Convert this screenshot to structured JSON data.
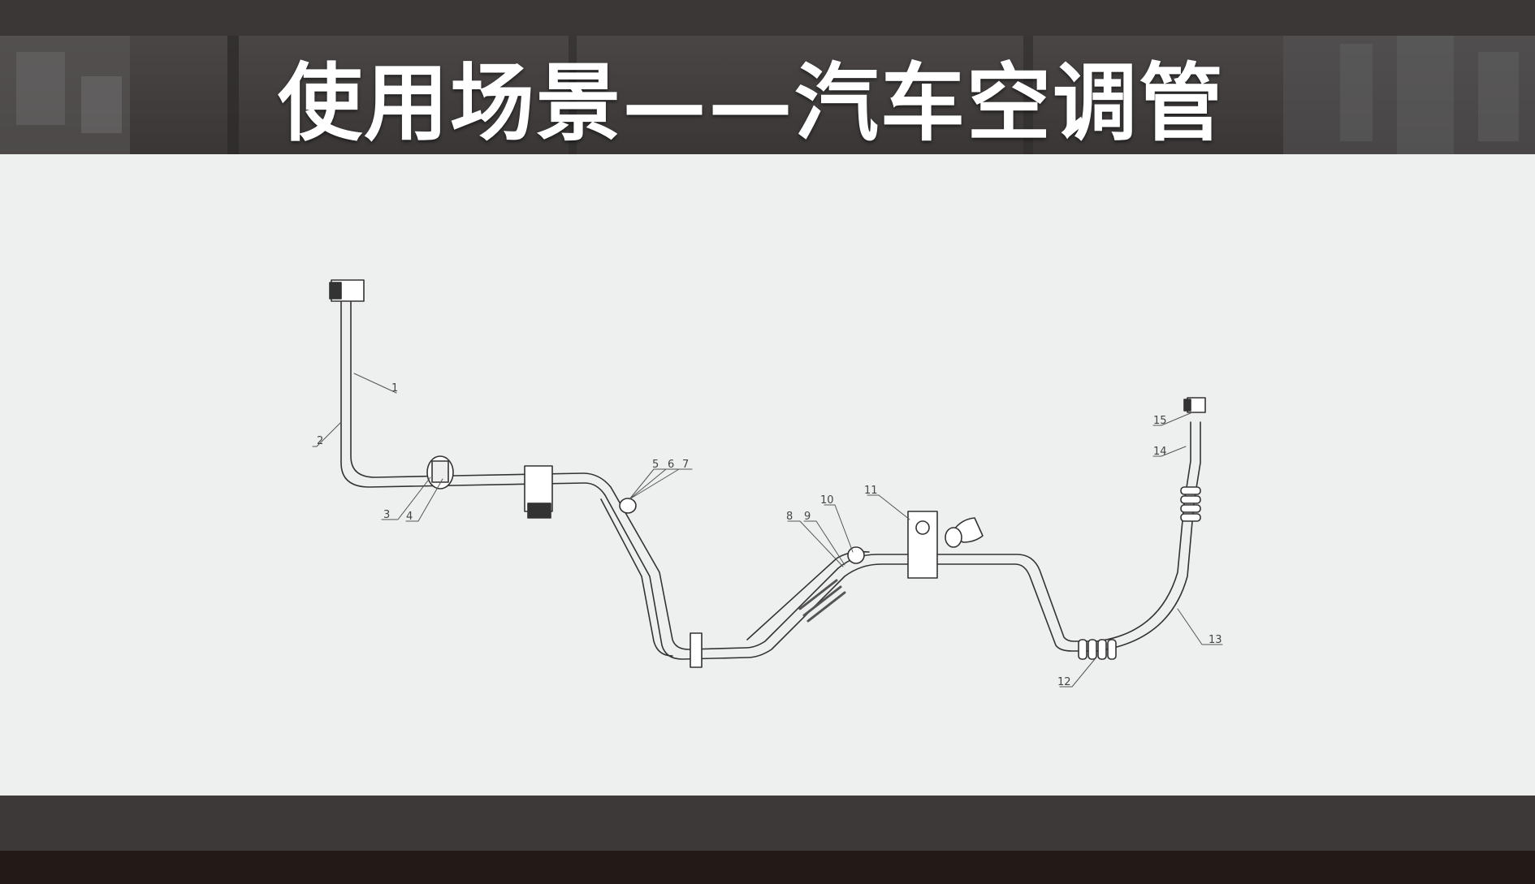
{
  "header": {
    "title": "使用场景——汽车空调管"
  },
  "diagram": {
    "part_labels": [
      "1",
      "2",
      "3",
      "4",
      "5",
      "6",
      "7",
      "8",
      "9",
      "10",
      "11",
      "12",
      "13",
      "14",
      "15"
    ]
  },
  "colors": {
    "header_bg": "#3a3636",
    "panel_bg": "#eef0ef",
    "line": "#333333",
    "footer_band": "#3c3938",
    "footer_bottom": "#231a17"
  }
}
